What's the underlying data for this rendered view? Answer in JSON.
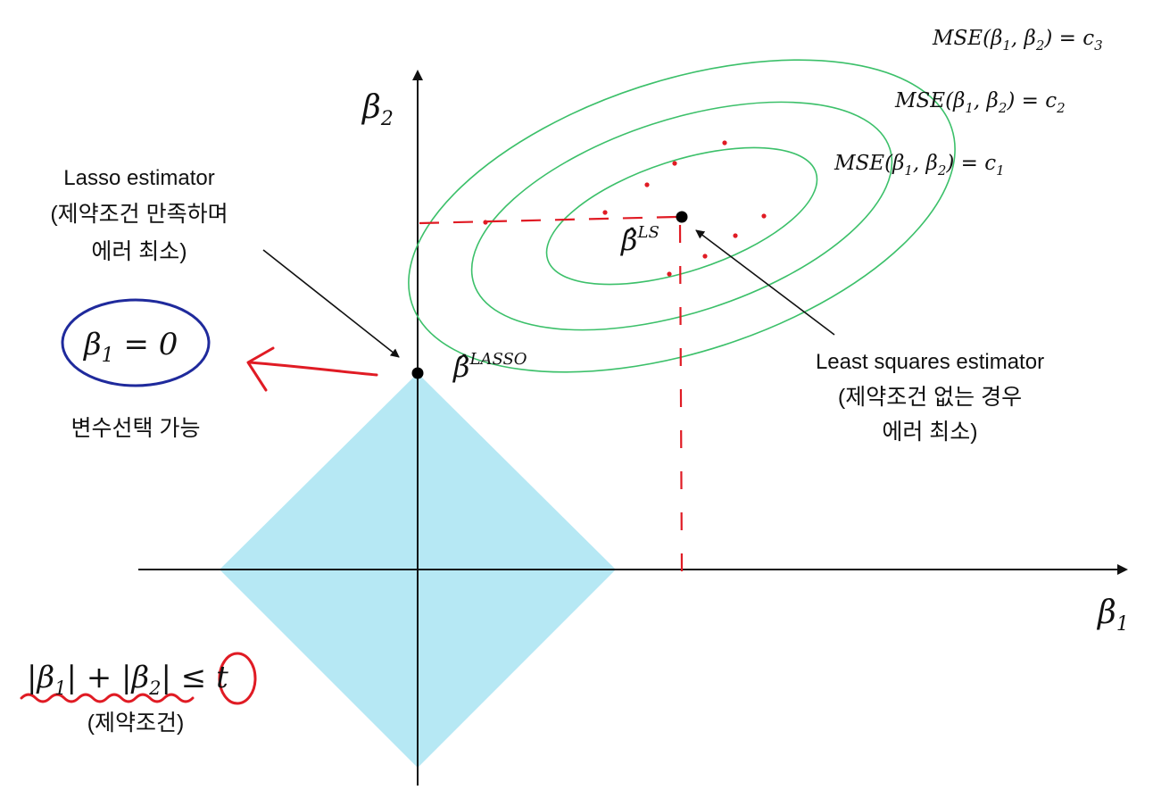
{
  "axes": {
    "x_label": "β",
    "x_sub": "1",
    "y_label": "β",
    "y_sub": "2"
  },
  "contours": [
    {
      "base": "MSE(β",
      "sub1": "1",
      "mid": ", β",
      "sub2": "2",
      "eq": ") = c",
      "csub": "3"
    },
    {
      "base": "MSE(β",
      "sub1": "1",
      "mid": ", β",
      "sub2": "2",
      "eq": ") = c",
      "csub": "2"
    },
    {
      "base": "MSE(β",
      "sub1": "1",
      "mid": ", β",
      "sub2": "2",
      "eq": ") = c",
      "csub": "1"
    }
  ],
  "lasso": {
    "title": "Lasso estimator",
    "line2": "(제약조건 만족하며",
    "line3": "에러 최소)",
    "point_base": "β̂",
    "point_sup": "LASSO"
  },
  "least_squares": {
    "title": "Least squares estimator",
    "line2": "(제약조건 없는 경우",
    "line3": "에러 최소)",
    "point_base": "β̂",
    "point_sup": "LS"
  },
  "selection": {
    "ellipse_text_base": "β",
    "ellipse_text_sub": "1",
    "ellipse_text_rest": " = 0",
    "caption": "변수선택 가능"
  },
  "constraint": {
    "p1": "|β",
    "s1": "1",
    "p2": "| + |β",
    "s2": "2",
    "p3": "| ≤ ",
    "t": "t",
    "caption": "(제약조건)"
  },
  "colors": {
    "diamond": "#b6e8f4",
    "contour": "#3cc06a",
    "annotation_red": "#e01b24",
    "ellipse_blue": "#1f2a9c",
    "axis": "#111111"
  }
}
